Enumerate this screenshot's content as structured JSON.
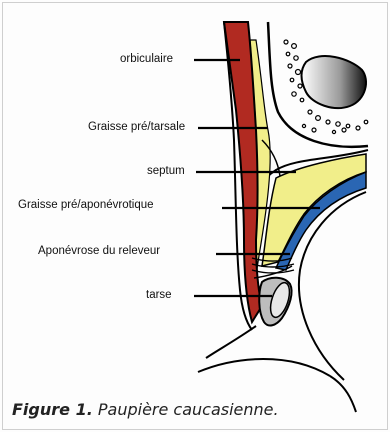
{
  "labels": {
    "orbicularis": "orbiculaire",
    "pretarsal_fat": "Graisse pré/tarsale",
    "septum": "septum",
    "preaponeurotic_fat": "Graisse pré/aponévrotique",
    "levator_aponeurosis": "Aponévrose du releveur",
    "tarsus": "tarse"
  },
  "caption": {
    "number": "Figure 1.",
    "text": "Paupière caucasienne."
  },
  "colors": {
    "orbicularis_muscle": "#b12a21",
    "fat": "#f1ee8a",
    "levator": "#2a66b3",
    "tarsus_grey": "#bdbdbd",
    "outline": "#000000"
  }
}
